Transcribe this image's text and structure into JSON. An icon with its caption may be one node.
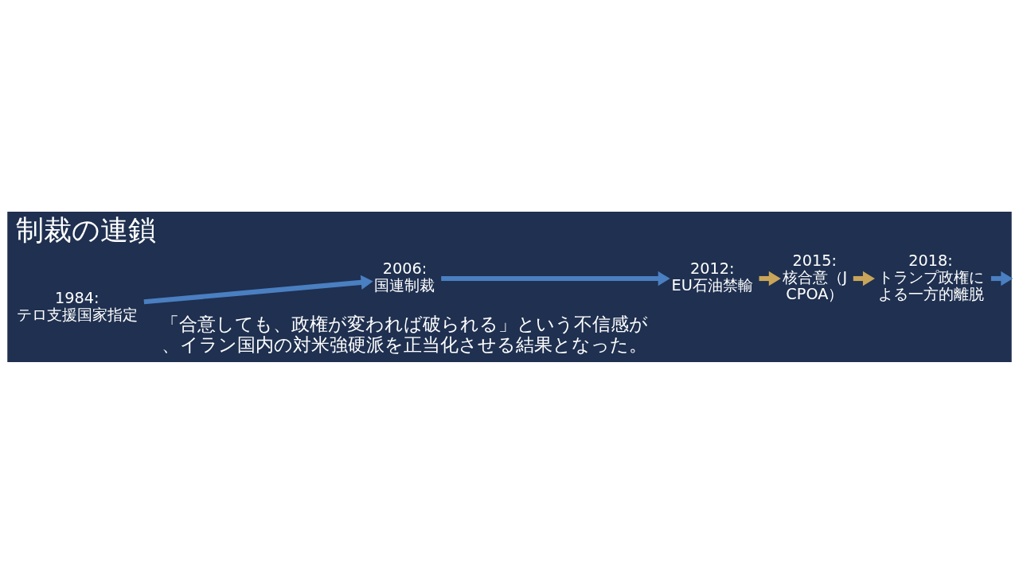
{
  "diagram": {
    "title": "制裁の連鎖",
    "caption": "「合意しても、政権が変われば破られる」という不信感が、イラン国内の対米強硬派を正当化させる結果となった。",
    "nodes": [
      {
        "text": [
          "1984: テロ支援国家指定"
        ]
      },
      {
        "text": [
          "2006: 国連制裁"
        ]
      },
      {
        "text": [
          "2012: EU石油禁輸"
        ]
      },
      {
        "text": [
          "2015: 核合意（JCPOA）"
        ]
      },
      {
        "text": [
          "2018: トランプ政権による一方的離脱"
        ]
      }
    ],
    "edges": [
      {
        "from": 0,
        "to": 1,
        "arrow": "to"
      },
      {
        "from": 1,
        "to": 2,
        "arrow": "to"
      },
      {
        "from": 2,
        "to": 3,
        "arrow": "to",
        "color": "#c9a55a"
      },
      {
        "from": 3,
        "to": 4,
        "arrow": "to",
        "color": "#c9a55a"
      },
      {
        "from": 4,
        "to": null,
        "arrow": "to"
      }
    ]
  }
}
